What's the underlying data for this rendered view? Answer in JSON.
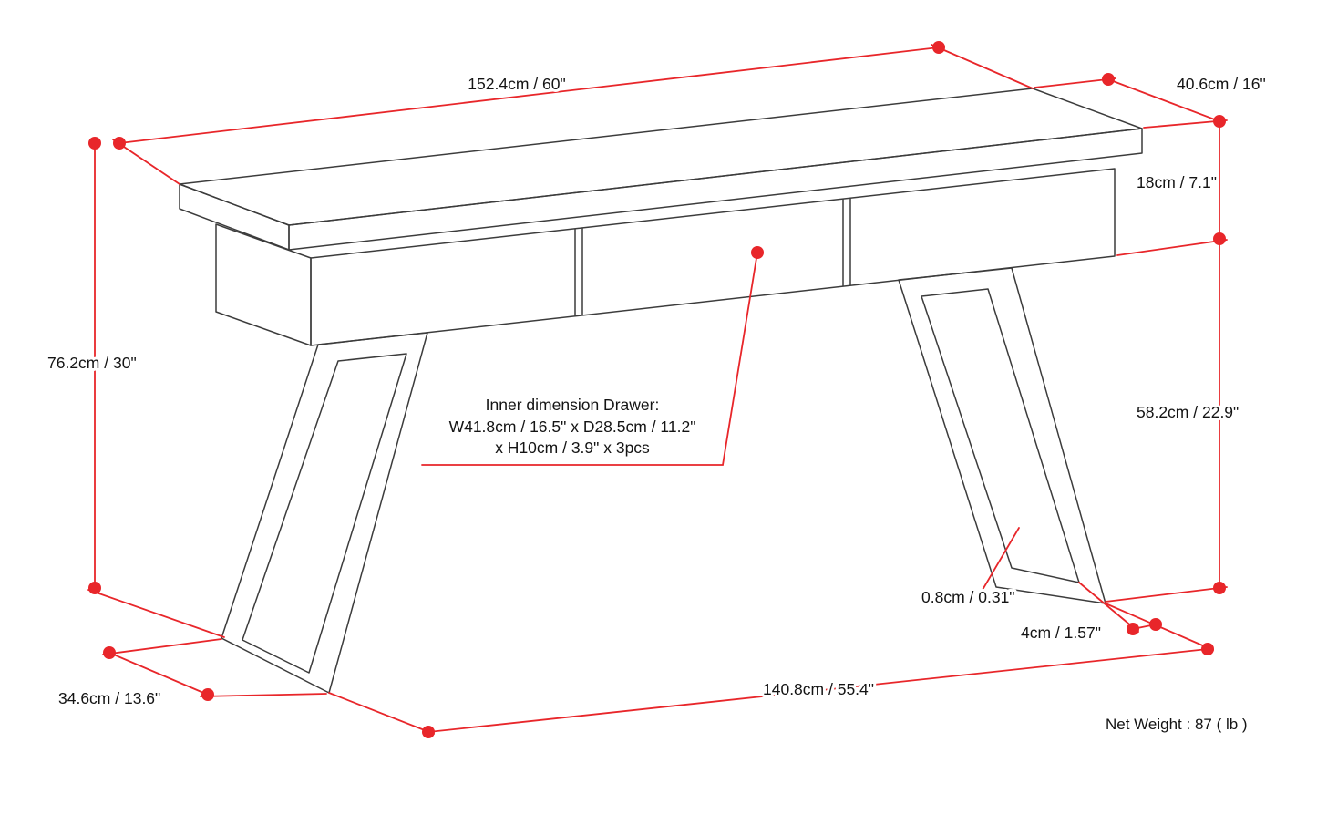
{
  "diagram": {
    "title": "Console table dimension diagram",
    "colors": {
      "dimension_red": "#e8262a",
      "line_black": "#3c3c3c",
      "text_black": "#141414",
      "background": "#ffffff"
    },
    "labels": {
      "top_width": "152.4cm / 60\"",
      "top_depth": "40.6cm / 16\"",
      "apron_height": "18cm / 7.1\"",
      "total_height": "76.2cm / 30\"",
      "leg_height": "58.2cm / 22.9\"",
      "leg_thickness": "0.8cm / 0.31\"",
      "leg_foot_width": "4cm / 1.57\"",
      "base_depth": "34.6cm / 13.6\"",
      "base_width": "140.8cm / 55.4\"",
      "net_weight": "Net Weight : 87 ( lb )"
    },
    "drawer_note": {
      "line1": "Inner dimension Drawer:",
      "line2": "W41.8cm / 16.5\" x D28.5cm / 11.2\"",
      "line3": "x H10cm / 3.9\" x 3pcs"
    }
  }
}
